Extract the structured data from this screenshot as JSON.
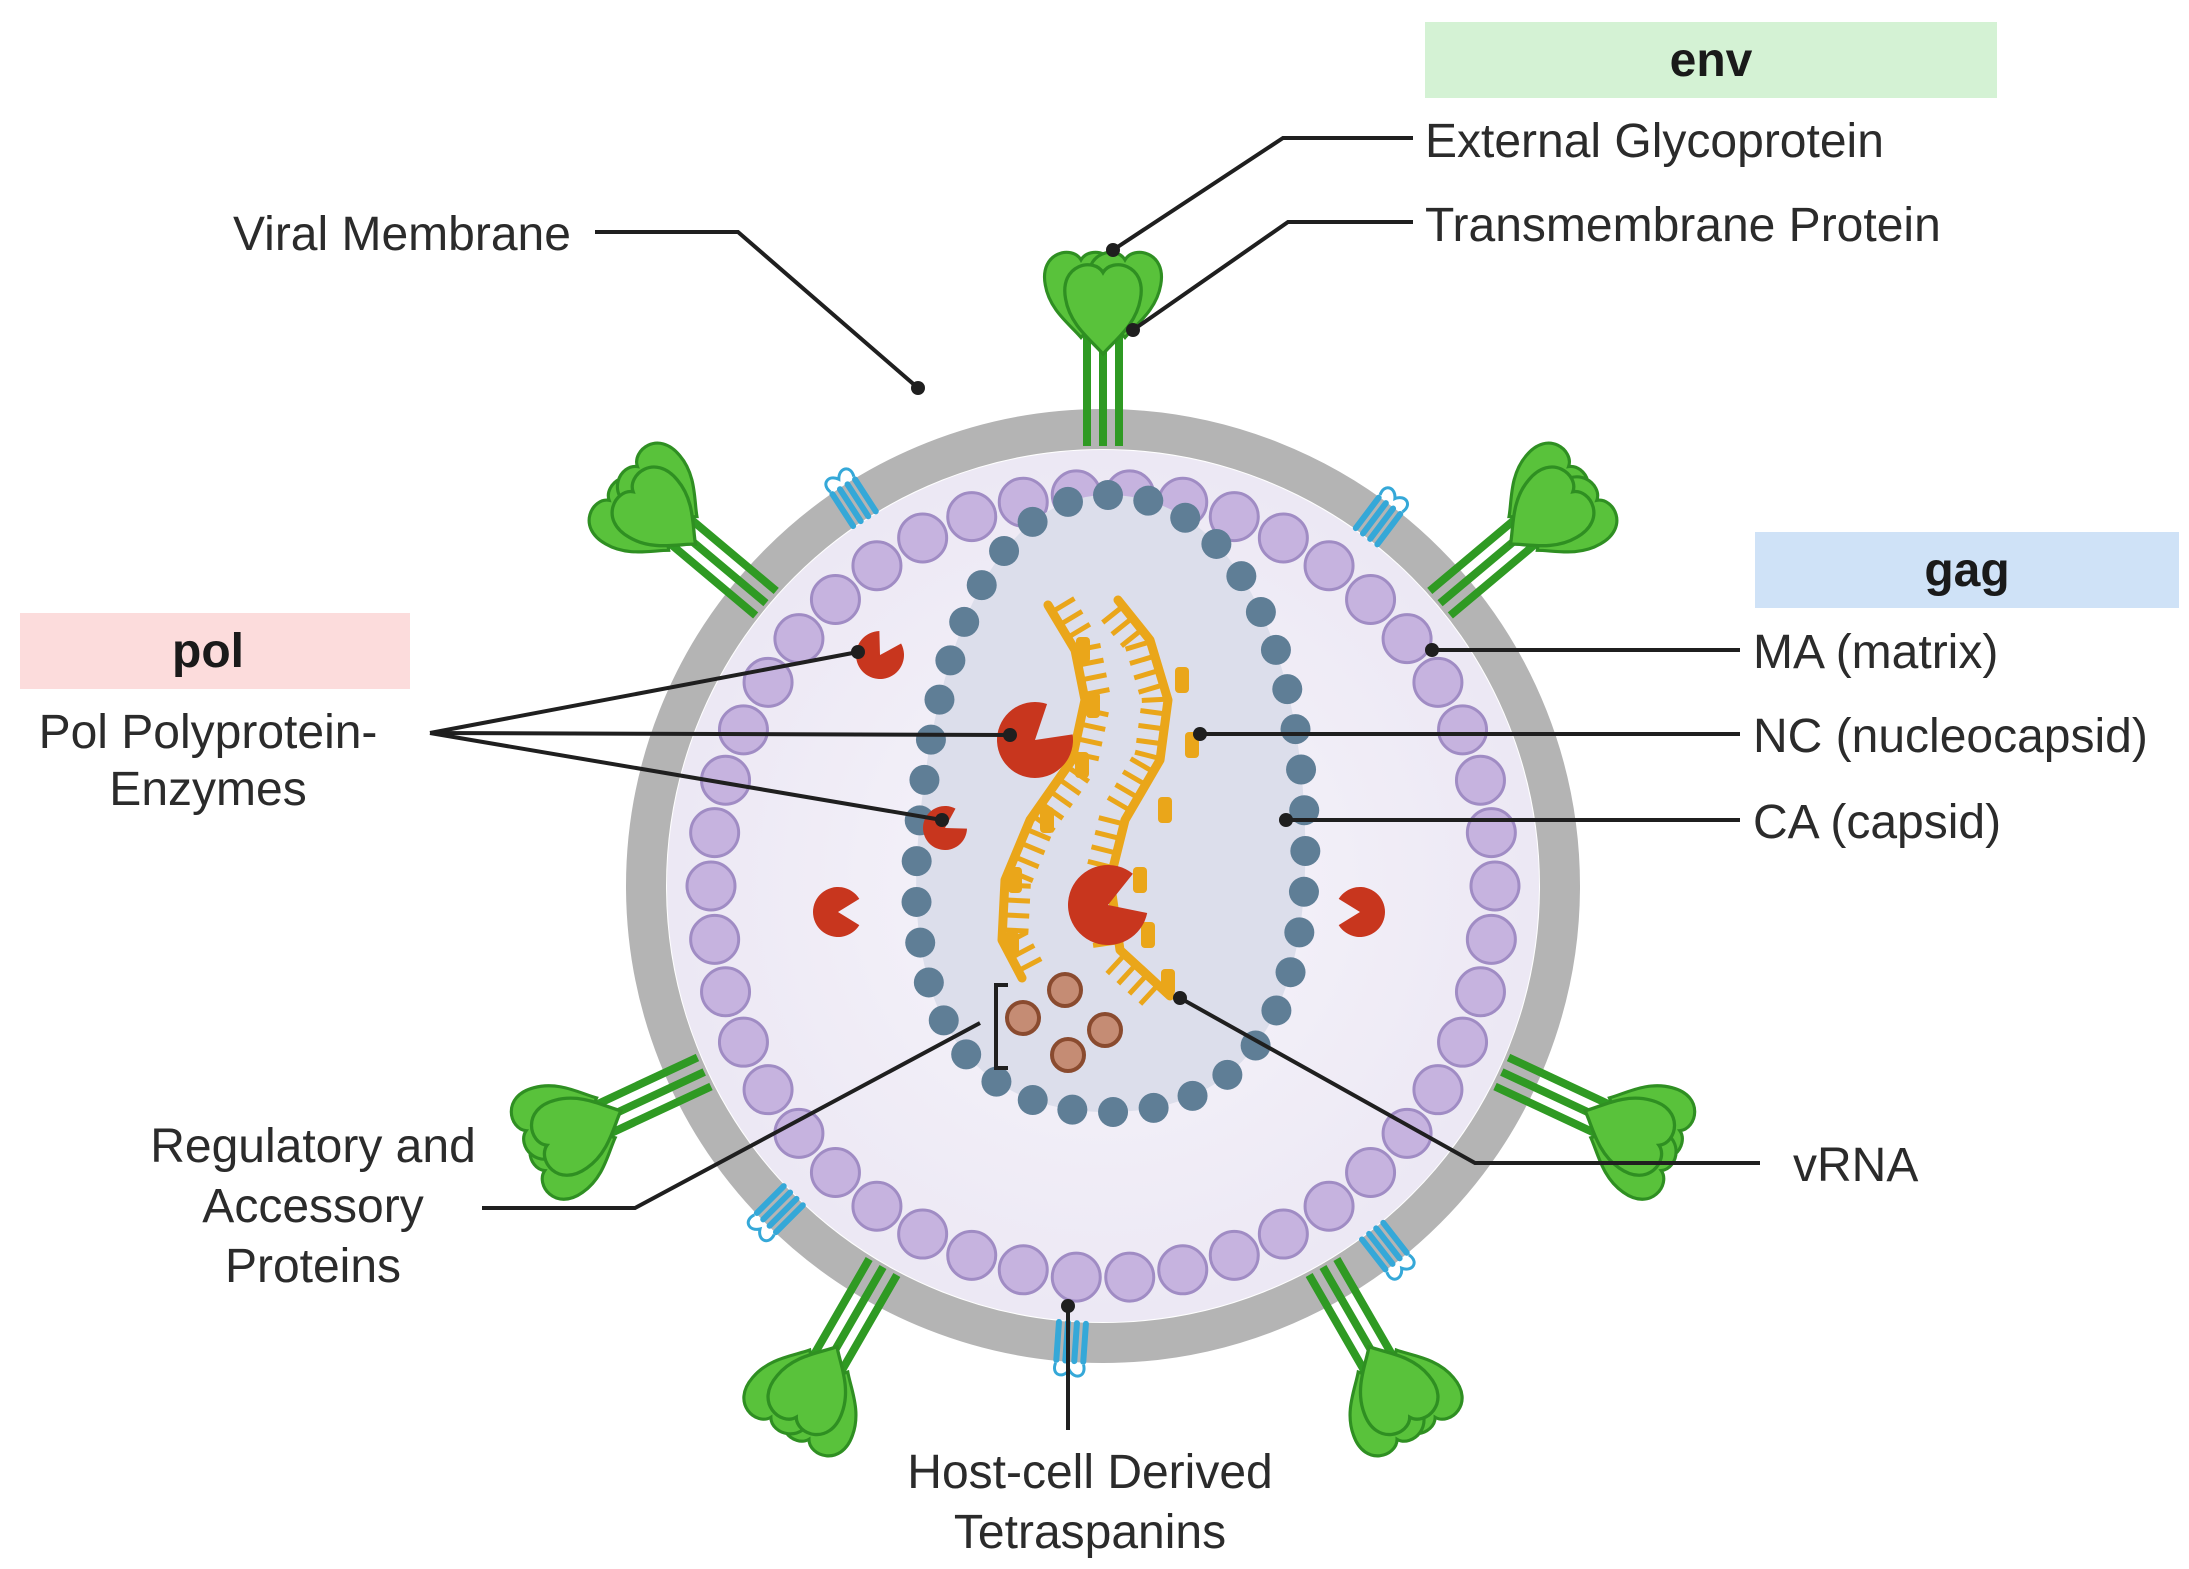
{
  "groups": {
    "env": {
      "title": "env",
      "color": "#d4f2d4"
    },
    "gag": {
      "title": "gag",
      "color": "#cfe2f7"
    },
    "pol": {
      "title": "pol",
      "color": "#fcdcdc"
    }
  },
  "labels": {
    "external_glycoprotein": "External Glycoprotein",
    "transmembrane_protein": "Transmembrane Protein",
    "viral_membrane": "Viral Membrane",
    "ma": "MA (matrix)",
    "nc": "NC (nucleocapsid)",
    "ca": "CA (capsid)",
    "vrna": "vRNA",
    "pol_line1": "Pol Polyprotein-",
    "pol_line2": "Enzymes",
    "reg_line1": "Regulatory and",
    "reg_line2": "Accessory",
    "reg_line3": "Proteins",
    "host_line1": "Host-cell Derived",
    "host_line2": "Tetraspanins"
  },
  "colors": {
    "membrane": "#b4b4b4",
    "matrix": "#c6b3df",
    "capsid": "#5f7e96",
    "rna": "#eaa61a",
    "enzyme": "#c8361e",
    "glycoprotein": "#59c23b",
    "tetraspanin": "#35a8d8",
    "accessory": "#c58c74"
  }
}
